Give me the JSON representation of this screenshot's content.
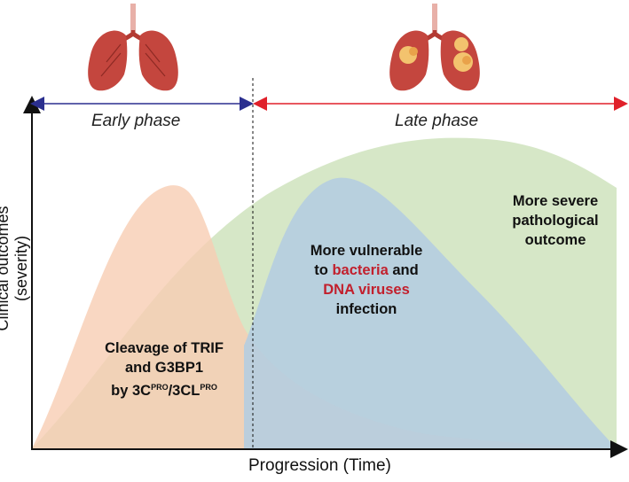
{
  "phases": {
    "early": "Early phase",
    "late": "Late phase"
  },
  "axes": {
    "x_label": "Progression (Time)",
    "y_label": "Clinical outcomes (severity)"
  },
  "notes": {
    "cleavage": {
      "line1": "Cleavage of TRIF",
      "line2": "and G3BP1",
      "line3_prefix": "by 3C",
      "sup1": "PRO",
      "mid": "/3CL",
      "sup2": "PRO"
    },
    "vulnerable": {
      "line1": "More vulnerable",
      "line2_prefix": "to ",
      "bacteria": "bacteria",
      "line2_suffix": " and",
      "dna_viruses": "DNA viruses",
      "line4": "infection"
    },
    "severe": {
      "line1": "More severe",
      "line2": "pathological",
      "line3": "outcome"
    }
  },
  "colors": {
    "early_arrow": "#2b2f8f",
    "late_arrow": "#e0202a",
    "early_curve": "#f7cdb3",
    "late_curve": "#cfe3bd",
    "vulnerable_curve": "#b5cde0",
    "highlight": "#c2202d",
    "lung_tissue": "#c4463e"
  },
  "icons": {
    "early_lungs": "healthy-lungs-icon",
    "late_lungs": "damaged-lungs-icon"
  }
}
